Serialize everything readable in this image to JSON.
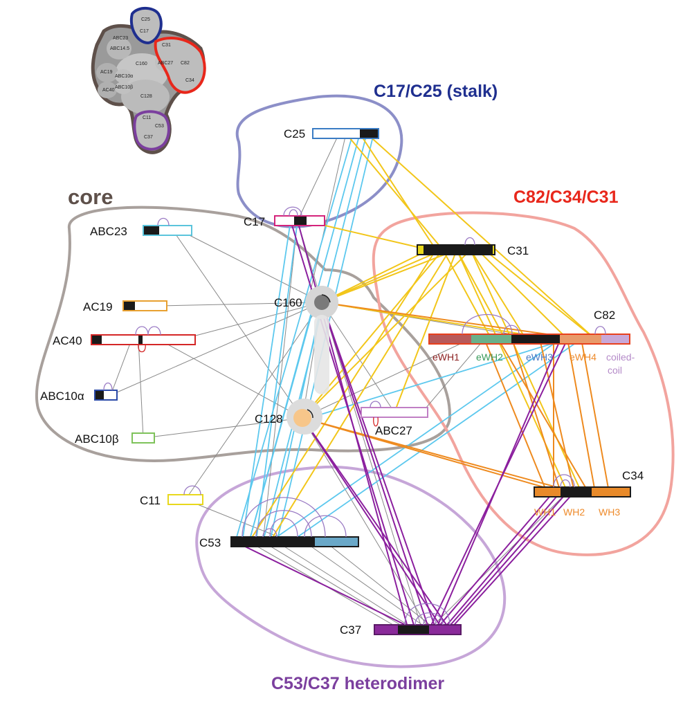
{
  "groups": {
    "stalk": {
      "title": "C17/C25 (stalk)",
      "color": "#1f2f8f",
      "outline": "#8c8fc8"
    },
    "c82c34c31": {
      "title": "C82/C34/C31",
      "color": "#e8271b",
      "outline": "#f2a49e"
    },
    "heterodimer": {
      "title": "C53/C37 heterodimer",
      "color": "#7b3f9e",
      "outline": "#c6a6d8"
    },
    "core": {
      "title": "core",
      "color": "#5e504a",
      "outline": "#a8a09c"
    }
  },
  "proteins": {
    "C25": "C25",
    "C17": "C17",
    "ABC23": "ABC23",
    "AC19": "AC19",
    "AC40": "AC40",
    "ABC10a": "ABC10α",
    "ABC10b": "ABC10β",
    "C160": "C160",
    "C128": "C128",
    "ABC27": "ABC27",
    "C11": "C11",
    "C53": "C53",
    "C37": "C37",
    "C31": "C31",
    "C82": "C82",
    "C34": "C34"
  },
  "colors": {
    "C25": "#3a7cc4",
    "C17": "#d4237a",
    "ABC23": "#5bc4dc",
    "AC19": "#e8a030",
    "AC40": "#d42626",
    "ABC10a": "#2b4aa8",
    "ABC10b": "#7ec25a",
    "ABC27": "#c07fc4",
    "C11": "#e8d81c",
    "C53": "#6aa8c8",
    "C37": "#8a2a9a",
    "C31": "#2a2a2a",
    "C82": "#e8401c",
    "C34": "#e88a2a",
    "C160": "#808080",
    "C128": "#f7c68a",
    "link_stalk": "#5cc8ee",
    "link_C31": "#f2c61a",
    "link_C37": "#8b1f9e",
    "link_C34": "#ee8a1e",
    "link_gray": "#888888"
  },
  "domains": {
    "c82": [
      {
        "text": "eWH1",
        "color": "#8a1d1d"
      },
      {
        "text": "eWH2",
        "color": "#3a9a5a"
      },
      {
        "text": "eWH3",
        "color": "#4a7ac4"
      },
      {
        "text": "eWH4",
        "color": "#ee8a2a"
      },
      {
        "text": "coiled-",
        "color": "#b48ac8"
      },
      {
        "text": "coil",
        "color": "#b48ac8"
      }
    ],
    "c34": [
      {
        "text": "WH1",
        "color": "#ee8a2a"
      },
      {
        "text": "WH2",
        "color": "#ee8a2a"
      },
      {
        "text": "WH3",
        "color": "#ee8a2a"
      }
    ]
  },
  "thumbnail": {
    "labels": [
      "C25",
      "C17",
      "ABC23",
      "C31",
      "ABC14.5",
      "C160",
      "ABC27",
      "C82",
      "AC19",
      "ABC10α",
      "C34",
      "AC40",
      "ABC10β",
      "C128",
      "C11",
      "C53",
      "C37"
    ]
  }
}
